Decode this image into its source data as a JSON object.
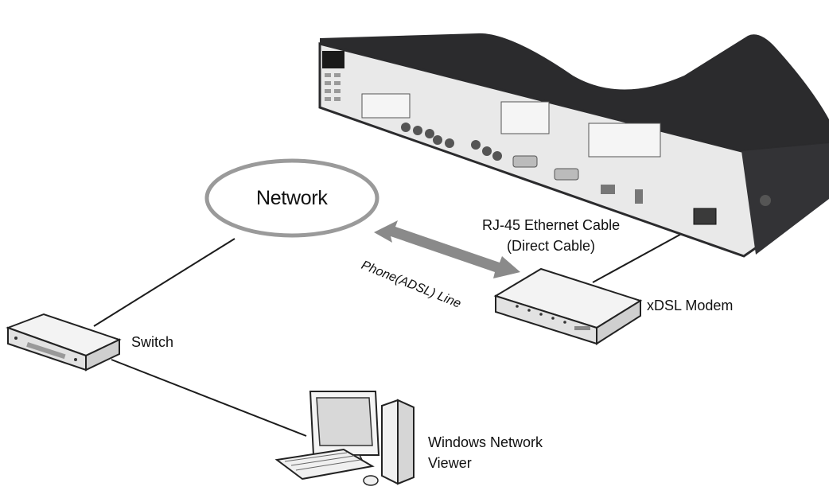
{
  "diagram": {
    "network_label": "Network",
    "cable_label_line1": "RJ-45 Ethernet Cable",
    "cable_label_line2": "(Direct Cable)",
    "phone_line_label": "Phone(ADSL) Line",
    "modem_label": "xDSL Modem",
    "switch_label": "Switch",
    "viewer_label_line1": "Windows Network",
    "viewer_label_line2": "Viewer"
  },
  "colors": {
    "device_dark": "#2b2b2d",
    "panel_light": "#f2f2f2",
    "arrow_gray": "#8a8a8a",
    "ellipse_gray": "#9a9a9a",
    "line_dark": "#1c1c1c"
  },
  "icons": [
    "dvr-recorder-icon",
    "network-cloud-ellipse",
    "double-arrow-icon",
    "xdsl-modem-icon",
    "network-switch-icon",
    "desktop-pc-icon"
  ]
}
